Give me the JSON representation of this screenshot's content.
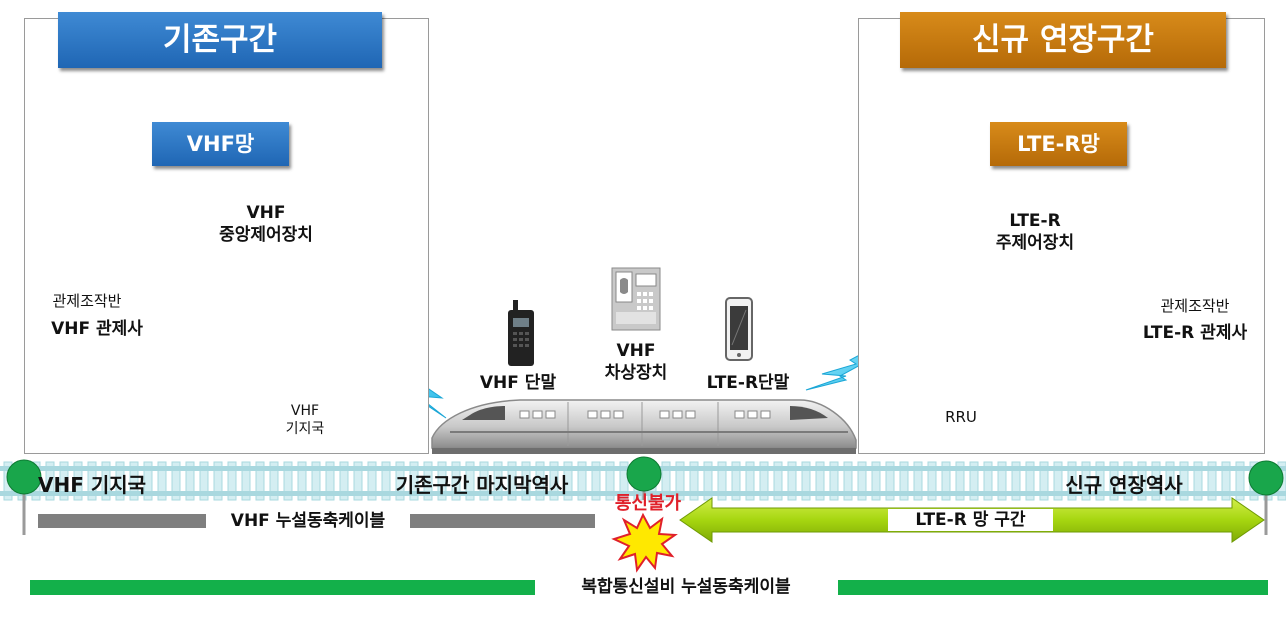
{
  "existing": {
    "title": "기존구간",
    "network": "VHF망",
    "central_label": "VHF\n중앙제어장치",
    "console_label": "관제조작반",
    "operator_label": "VHF 관제사",
    "base_label": "VHF\n기지국"
  },
  "new": {
    "title": "신규 연장구간",
    "network": "LTE-R망",
    "central_label": "LTE-R\n주제어장치",
    "console_label": "관제조작반",
    "operator_label": "LTE-R 관제사",
    "rru_label": "RRU"
  },
  "train": {
    "vhf_terminal": "VHF 단말",
    "onboard_label": "VHF\n차상장치",
    "lte_terminal": "LTE-R단말"
  },
  "track": {
    "station_vhf": "VHF 기지국",
    "station_last": "기존구간 마지막역사",
    "station_new": "신규 연장역사",
    "no_comm": "통신불가",
    "vhf_cable": "VHF 누설동축케이블",
    "lte_section": "LTE-R 망 구간",
    "composite_cable": "복합통신설비 누설동축케이블"
  },
  "colors": {
    "blue_header": "#2a75c4",
    "orange_header": "#c77a10",
    "cable_gray": "#7f7f7f",
    "cable_green": "#13b04a",
    "arrow_green": "#a6d610",
    "rail": "#a9d8df",
    "no_comm_red": "#e0202a"
  }
}
